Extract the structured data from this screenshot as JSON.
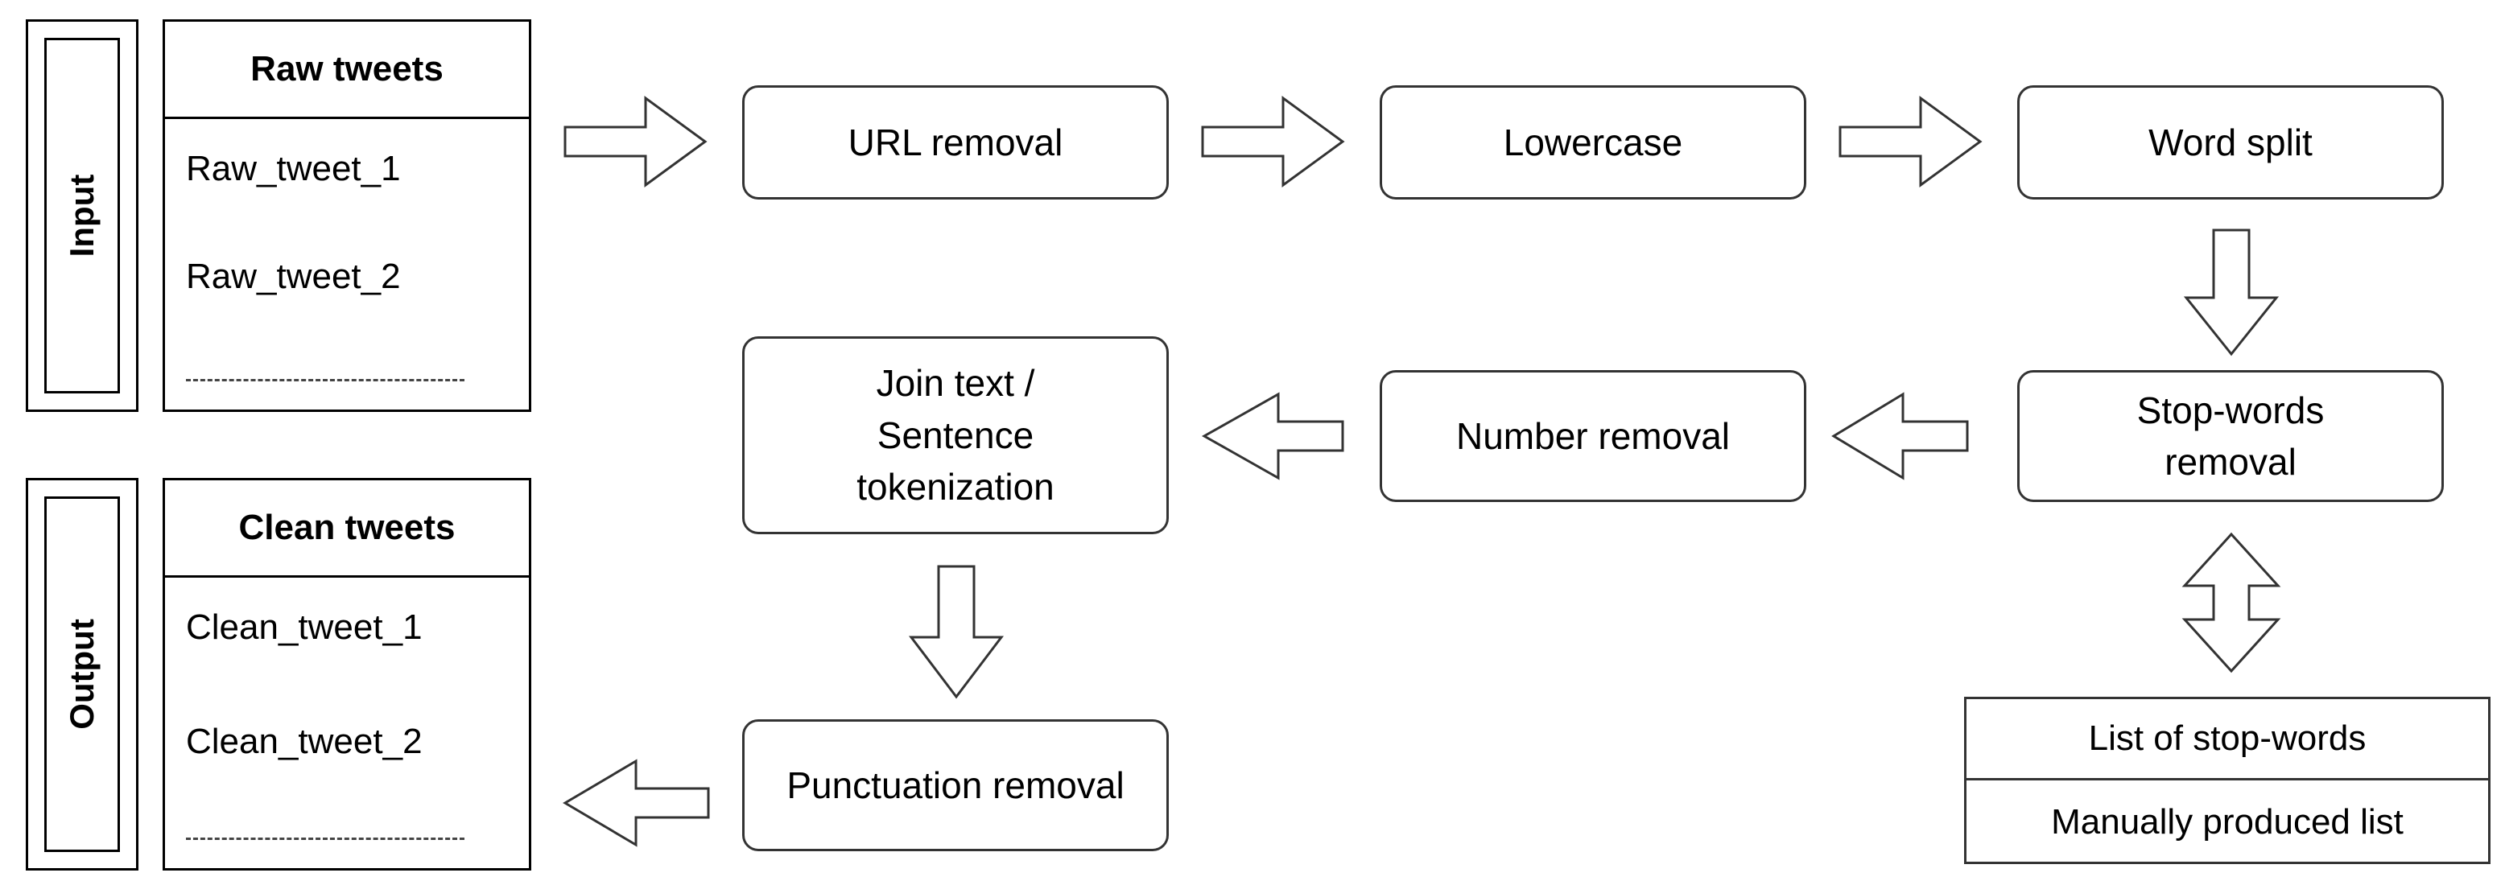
{
  "input_panel": {
    "side_label": "Input",
    "table_title": "Raw tweets",
    "rows": [
      "Raw_tweet_1",
      "Raw_tweet_2"
    ]
  },
  "output_panel": {
    "side_label": "Output",
    "table_title": "Clean tweets",
    "rows": [
      "Clean_tweet_1",
      "Clean_tweet_2"
    ]
  },
  "steps": {
    "url_removal": "URL removal",
    "lowercase": "Lowercase",
    "word_split": "Word split",
    "stopwords_removal": [
      "Stop-words",
      "removal"
    ],
    "number_removal": "Number removal",
    "join_text": [
      "Join text /",
      "Sentence",
      "tokenization"
    ],
    "punctuation_removal": "Punctuation removal"
  },
  "stopwords_list": {
    "title": "List of stop-words",
    "source": "Manually produced list"
  }
}
